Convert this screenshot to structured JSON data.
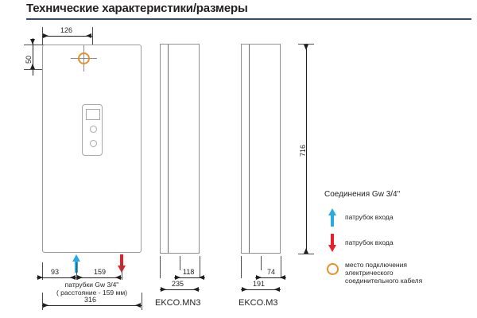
{
  "title": "Технические характеристики/размеры",
  "accent_rule_color": "#2e4d86",
  "colors": {
    "inlet_arrow": "#29abe2",
    "outlet_arrow": "#e8202a",
    "cable_marker": "#e3912f",
    "outline": "#9a9a9a",
    "dimension": "#231f20"
  },
  "front_view": {
    "dim_top_width": "126",
    "dim_top_height": "50",
    "dim_port_left": "93",
    "dim_port_spacing": "159",
    "dim_total_width": "316",
    "note_line1": "патрубки Gw 3/4\"",
    "note_line2": "( расстояние - 159 мм)",
    "inlet_marker_name": "inlet-port-arrow",
    "outlet_marker_name": "outlet-port-arrow",
    "cable_marker_name": "cable-connection-marker"
  },
  "height_dimension": "716",
  "side_views": [
    {
      "label": "EKCO.MN3",
      "dim_inner": "118",
      "dim_total": "235"
    },
    {
      "label": "EKCO.M3",
      "dim_inner": "74",
      "dim_total": "191"
    }
  ],
  "legend": {
    "heading": "Соединения  Gw 3/4\"",
    "items": [
      {
        "icon": "arrow-up-icon",
        "text": "патрубок входа"
      },
      {
        "icon": "arrow-down-icon",
        "text": "патрубок входа"
      },
      {
        "icon": "circle-outline-icon",
        "text_line1": "место подключения",
        "text_line2": "электрического",
        "text_line3": "соединительного кабеля"
      }
    ]
  }
}
